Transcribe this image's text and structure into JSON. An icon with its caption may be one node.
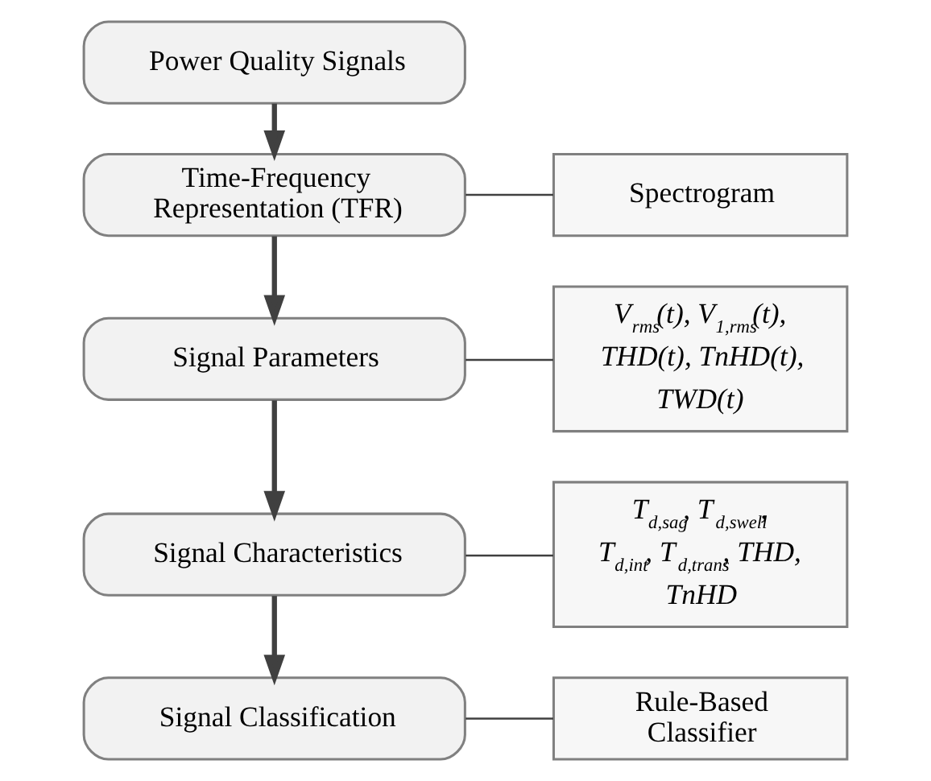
{
  "diagram": {
    "nodes": [
      {
        "text": [
          "Power Quality Signals"
        ]
      },
      {
        "text": [
          "Time-Frequency Representation (TFR)"
        ]
      },
      {
        "text": [
          "Spectrogram"
        ]
      },
      {
        "text": [
          "Signal Parameters"
        ]
      },
      {
        "text": [
          "V$_{rms}$(t), V$_{1,rms}$(t), THD(t), TnHD(t), TWD(t)"
        ]
      },
      {
        "text": [
          "Signal Characteristics"
        ]
      },
      {
        "text": [
          "T$_{d,sag}$, T$_{d,swell}$, T$_{d,int}$, T$_{d,trans}$, THD, TnHD"
        ]
      },
      {
        "text": [
          "Signal Classification"
        ]
      },
      {
        "text": [
          "Rule-Based Classifier"
        ]
      }
    ],
    "edges": [
      {
        "from": 0,
        "to": 1,
        "arrow": "to",
        "style": "thick"
      },
      {
        "from": 1,
        "to": 2,
        "arrow": "none"
      },
      {
        "from": 1,
        "to": 3,
        "arrow": "to",
        "style": "thick"
      },
      {
        "from": 3,
        "to": 4,
        "arrow": "none"
      },
      {
        "from": 3,
        "to": 5,
        "arrow": "to",
        "style": "thick"
      },
      {
        "from": 5,
        "to": 6,
        "arrow": "none"
      },
      {
        "from": 5,
        "to": 7,
        "arrow": "to",
        "style": "thick"
      },
      {
        "from": 7,
        "to": 8,
        "arrow": "none"
      }
    ]
  }
}
